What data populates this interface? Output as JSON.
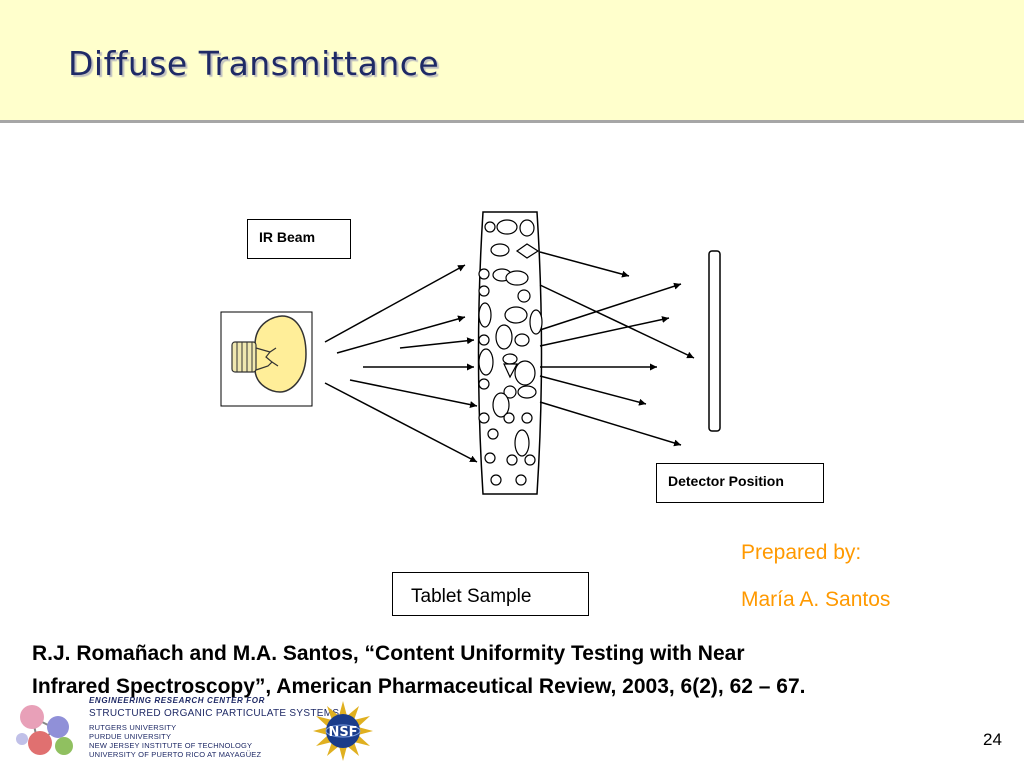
{
  "slide": {
    "title": "Diffuse Transmittance",
    "page_number": "24"
  },
  "diagram": {
    "ir_beam_label": "IR Beam",
    "detector_label": "Detector Position",
    "tablet_label": "Tablet Sample",
    "source_icon": "light-bulb-icon"
  },
  "credit": {
    "line1": "Prepared by:",
    "line2": "María A. Santos"
  },
  "reference": {
    "line1": "R.J. Romañach and M.A. Santos, “Content Uniformity Testing with Near",
    "line2": "Infrared Spectroscopy”, American Pharmaceutical Review, 2003, 6(2), 62 – 67."
  },
  "footer": {
    "center_header": "ENGINEERING RESEARCH CENTER FOR",
    "center_name": "STRUCTURED ORGANIC PARTICULATE SYSTEMS",
    "universities": [
      "RUTGERS UNIVERSITY",
      "PURDUE UNIVERSITY",
      "NEW JERSEY INSTITUTE OF TECHNOLOGY",
      "UNIVERSITY OF PUERTO RICO AT MAYAGÜEZ"
    ],
    "nsf_text": "NSF",
    "logo_icon": "molecule-logo-icon",
    "nsf_icon": "nsf-seal-icon",
    "colors": {
      "title": "#1f2a66",
      "credit": "#ff9900",
      "header_bg": "#ffffcc"
    }
  }
}
